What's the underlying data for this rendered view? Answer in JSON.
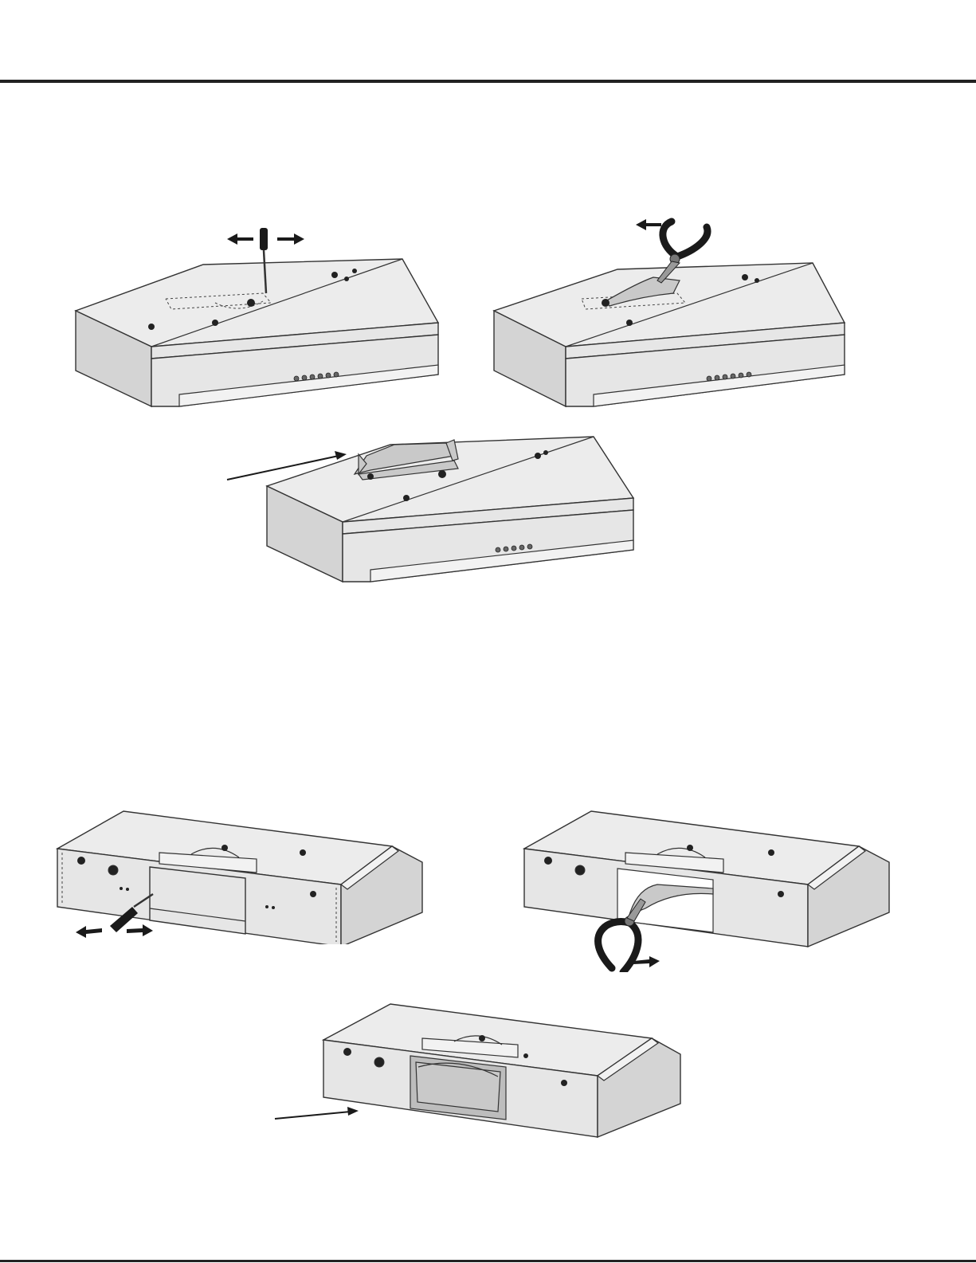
{
  "page": {
    "background": "#ffffff",
    "rule_color": "#222222"
  },
  "figures": [
    {
      "name": "top-knockout-pry",
      "icons": [
        "screwdriver-icon",
        "double-arrow-icon"
      ]
    },
    {
      "name": "top-knockout-pull",
      "icons": [
        "pliers-icon",
        "arrow-left-icon"
      ]
    },
    {
      "name": "top-knockout-removed",
      "icons": [
        "pointer-arrow-icon"
      ]
    },
    {
      "name": "rear-knockout-pry",
      "icons": [
        "screwdriver-icon",
        "double-arrow-icon"
      ]
    },
    {
      "name": "rear-knockout-pull",
      "icons": [
        "pliers-icon",
        "arrow-right-icon"
      ]
    },
    {
      "name": "rear-knockout-removed",
      "icons": [
        "pointer-arrow-icon"
      ]
    }
  ]
}
